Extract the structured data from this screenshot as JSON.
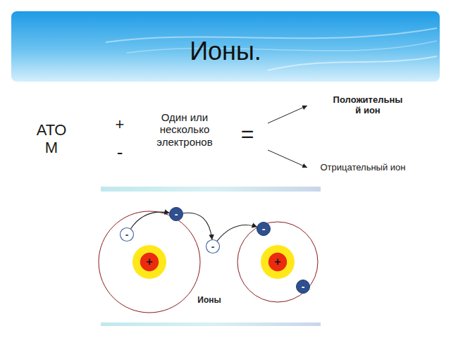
{
  "diagram": {
    "title": "Ионы.",
    "caption": "Ионы",
    "nodes": [
      {
        "text": [
          "-"
        ]
      },
      {
        "text": [
          "-"
        ]
      },
      {
        "text": [
          "-"
        ]
      },
      {
        "text": [
          "-"
        ]
      },
      {
        "text": [
          "+"
        ]
      },
      {
        "text": [
          "+"
        ]
      },
      {
        "text": [
          "-"
        ]
      }
    ],
    "edges": [
      {
        "from": 2,
        "to": 0,
        "arrow": "to"
      },
      {
        "from": 0,
        "to": 3,
        "arrow": "to"
      },
      {
        "from": 3,
        "to": 1,
        "arrow": "to"
      }
    ],
    "labels": [
      "АТОМ",
      "+",
      "-",
      "Один или несколько электронов",
      "=",
      "Положительный ион",
      "Отрицательный ион"
    ]
  }
}
